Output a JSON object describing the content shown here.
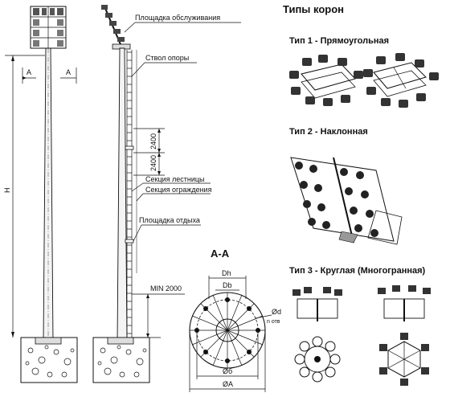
{
  "labels": {
    "service_platform": "Площадка обслуживания",
    "pole_shaft": "Ствол опоры",
    "ladder_section": "Секция лестницы",
    "guard_section": "Секция ограждения",
    "rest_platform": "Площадка отдыха",
    "min_2000": "MIN 2000",
    "dim_2400_top": "2400",
    "dim_2400_bottom": "2400",
    "dim_A_left": "A",
    "dim_A_right": "A",
    "dim_H": "H"
  },
  "section": {
    "title": "А-А",
    "dh": "Dh",
    "db": "Db",
    "phi_d": "Ød",
    "n_holes": "n отв",
    "phi_b": "Øб",
    "phi_a": "ØA"
  },
  "crowns": {
    "heading": "Типы корон",
    "type1": "Тип 1 - Прямоугольная",
    "type2": "Тип 2 - Наклонная",
    "type3": "Тип 3 - Круглая  (Многогранная)"
  }
}
